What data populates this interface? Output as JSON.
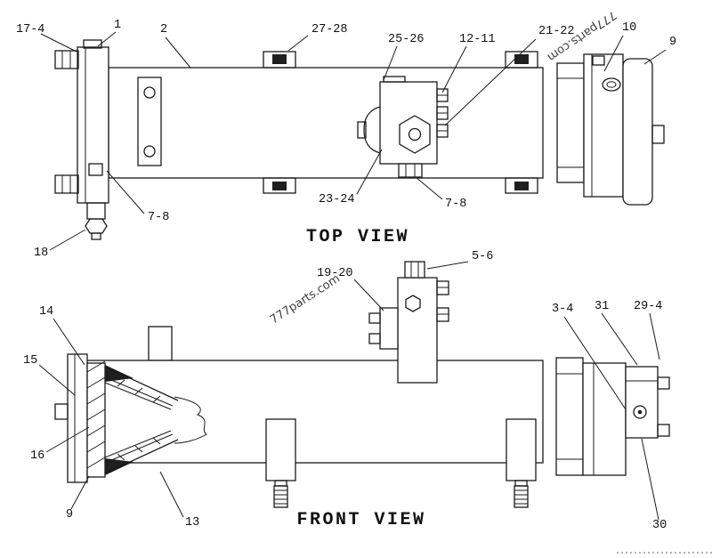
{
  "page": {
    "background": "#ffffff",
    "line_color": "#1a1a1a"
  },
  "watermark": {
    "text": "777parts.com"
  },
  "top_view": {
    "title": "TOP VIEW",
    "callouts": [
      "17-4",
      "1",
      "2",
      "27-28",
      "25-26",
      "12-11",
      "21-22",
      "10",
      "9",
      "23-24",
      "7-8",
      "7-8",
      "18"
    ]
  },
  "front_view": {
    "title": "FRONT VIEW",
    "callouts": [
      "19-20",
      "5-6",
      "14",
      "15",
      "16",
      "9",
      "13",
      "3-4",
      "31",
      "29-4",
      "30"
    ]
  }
}
